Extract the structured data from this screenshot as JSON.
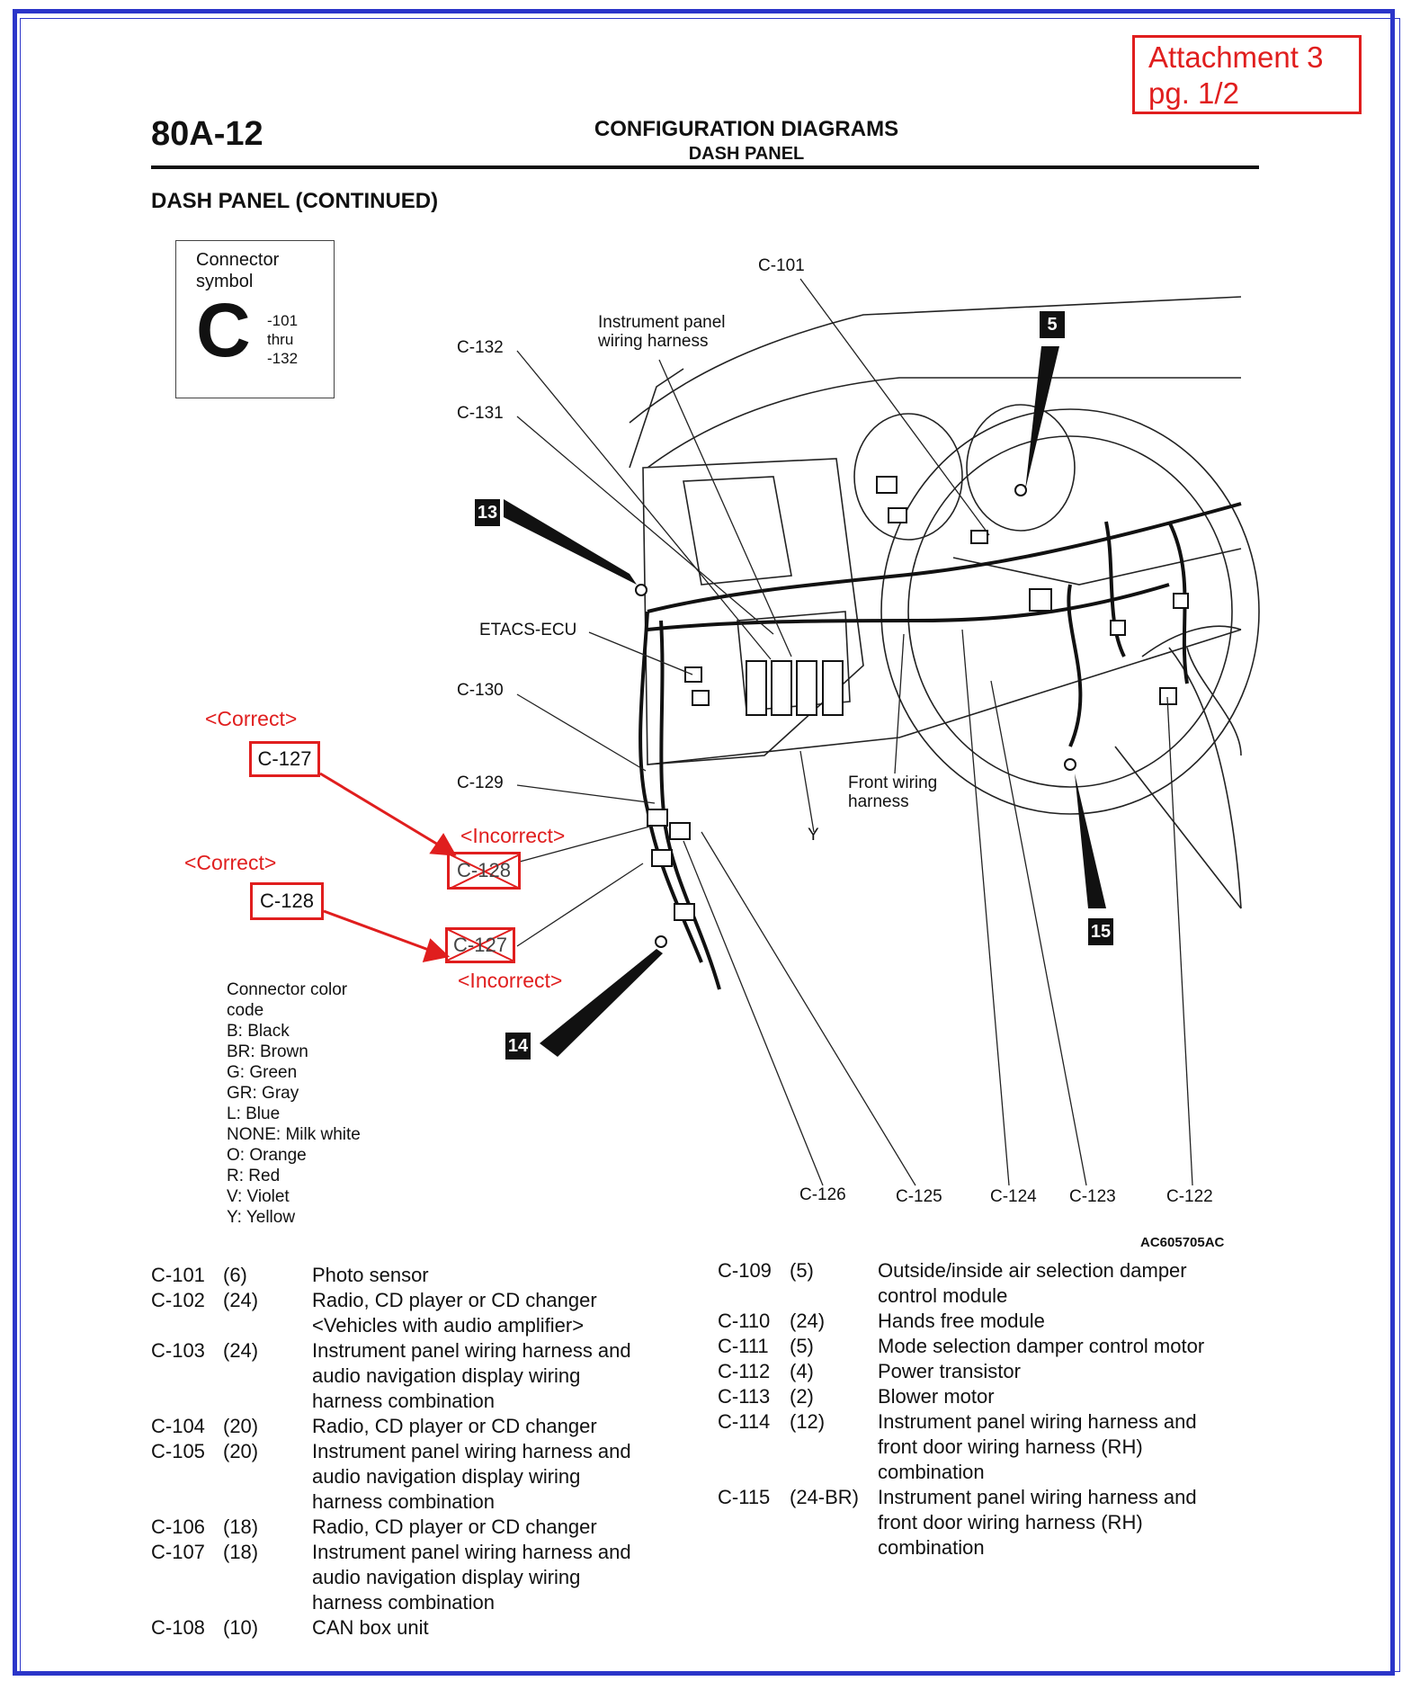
{
  "attachment": {
    "line1": "Attachment 3",
    "line2": "pg. 1/2"
  },
  "header": {
    "page_number": "80A-12",
    "title": "CONFIGURATION DIAGRAMS",
    "subtitle": "DASH PANEL"
  },
  "section_title": "DASH PANEL (CONTINUED)",
  "connector_symbol": {
    "title_line1": "Connector",
    "title_line2": "symbol",
    "letter": "C",
    "range": [
      "-101",
      "thru",
      "-132"
    ]
  },
  "labels": {
    "c101": "C-101",
    "ip_harness_line1": "Instrument panel",
    "ip_harness_line2": "wiring harness",
    "c132": "C-132",
    "c131": "C-131",
    "etacs": "ETACS-ECU",
    "c130": "C-130",
    "c129": "C-129",
    "front_line1": "Front wiring",
    "front_line2": "harness",
    "y": "Y",
    "c126": "C-126",
    "c125": "C-125",
    "c124": "C-124",
    "c123": "C-123",
    "c122": "C-122"
  },
  "callouts": {
    "n5": "5",
    "n13": "13",
    "n14": "14",
    "n15": "15"
  },
  "corrections": {
    "correct_label": "<Correct>",
    "incorrect_label": "<Incorrect>",
    "top_correct": "C-127",
    "top_incorrect": "C-128",
    "bottom_correct": "C-128",
    "bottom_incorrect": "C-127"
  },
  "color_code": {
    "title_line1": "Connector color",
    "title_line2": "code",
    "items": [
      "B: Black",
      "BR: Brown",
      "G: Green",
      "GR: Gray",
      "L: Blue",
      "NONE: Milk white",
      "O: Orange",
      "R: Red",
      "V: Violet",
      "Y: Yellow"
    ]
  },
  "figure_ref": "AC605705AC",
  "connectors_left": [
    {
      "id": "C-101",
      "pins": "(6)",
      "desc": [
        "Photo sensor"
      ]
    },
    {
      "id": "C-102",
      "pins": "(24)",
      "desc": [
        "Radio, CD player or CD changer",
        "<Vehicles with audio amplifier>"
      ]
    },
    {
      "id": "C-103",
      "pins": "(24)",
      "desc": [
        "Instrument panel wiring harness and",
        "audio navigation display wiring",
        "harness combination"
      ]
    },
    {
      "id": "C-104",
      "pins": "(20)",
      "desc": [
        "Radio, CD player or CD changer"
      ]
    },
    {
      "id": "C-105",
      "pins": "(20)",
      "desc": [
        "Instrument panel wiring harness and",
        "audio navigation display wiring",
        "harness combination"
      ]
    },
    {
      "id": "C-106",
      "pins": "(18)",
      "desc": [
        "Radio, CD player or CD changer"
      ]
    },
    {
      "id": "C-107",
      "pins": "(18)",
      "desc": [
        "Instrument panel wiring harness and",
        "audio navigation display wiring",
        "harness combination"
      ]
    },
    {
      "id": "C-108",
      "pins": "(10)",
      "desc": [
        "CAN box unit"
      ]
    }
  ],
  "connectors_right": [
    {
      "id": "C-109",
      "pins": "(5)",
      "desc": [
        "Outside/inside air selection damper",
        "control module"
      ]
    },
    {
      "id": "C-110",
      "pins": "(24)",
      "desc": [
        "Hands free module"
      ]
    },
    {
      "id": "C-111",
      "pins": "(5)",
      "desc": [
        "Mode selection damper control motor"
      ]
    },
    {
      "id": "C-112",
      "pins": "(4)",
      "desc": [
        "Power transistor"
      ]
    },
    {
      "id": "C-113",
      "pins": "(2)",
      "desc": [
        "Blower motor"
      ]
    },
    {
      "id": "C-114",
      "pins": "(12)",
      "desc": [
        "Instrument panel wiring harness and",
        "front door wiring harness (RH)",
        "combination"
      ]
    },
    {
      "id": "C-115",
      "pins": "(24-BR)",
      "desc": [
        "Instrument panel wiring harness and",
        "front door wiring harness (RH)",
        "combination"
      ]
    }
  ]
}
